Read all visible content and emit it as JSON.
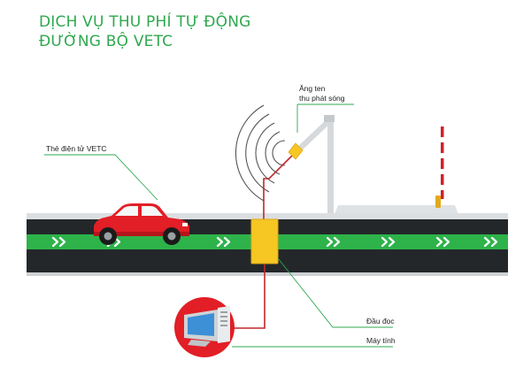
{
  "title": {
    "line1": "DỊCH VỤ THU PHÍ TỰ ĐỘNG",
    "line2": "ĐƯỜNG BỘ VETC"
  },
  "labels": {
    "antenna_line1": "Ăng ten",
    "antenna_line2": "thu phát sóng",
    "tag": "Thẻ điện tử VETC",
    "reader": "Đầu đọc",
    "computer": "Máy tính"
  },
  "colors": {
    "title": "#2fa84f",
    "road": "#23272a",
    "lane": "#2db34a",
    "car": "#e21e26",
    "cable": "#c0272d",
    "reader_box": "#f6c623",
    "computer_circle": "#e21e26",
    "barrier_stripe": "#d42027"
  }
}
